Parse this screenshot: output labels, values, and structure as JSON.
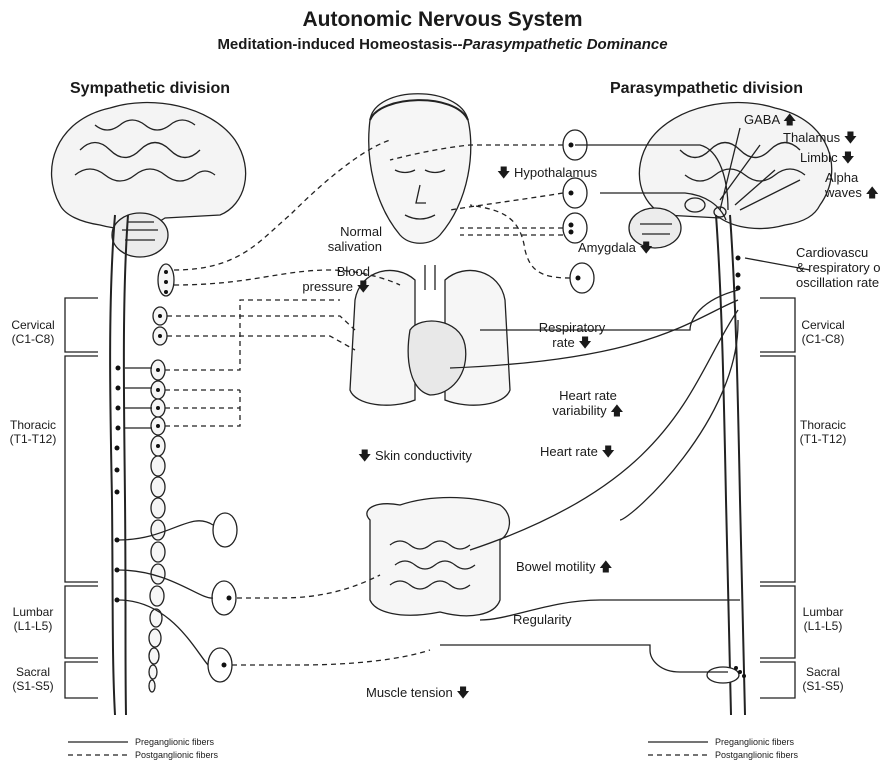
{
  "title": "Autonomic Nervous System",
  "subtitle_main": "Meditation-induced Homeostasis--",
  "subtitle_em": "Parasympathetic Dominance",
  "divisions": {
    "sympathetic": "Sympathetic division",
    "parasympathetic": "Parasympathetic division"
  },
  "segments_left": {
    "cervical": [
      "Cervical",
      "(C1-C8)"
    ],
    "thoracic": [
      "Thoracic",
      "(T1-T12)"
    ],
    "lumbar": [
      "Lumbar",
      "(L1-L5)"
    ],
    "sacral": [
      "Sacral",
      "(S1-S5)"
    ]
  },
  "segments_right": {
    "cervical": [
      "Cervical",
      "(C1-C8)"
    ],
    "thoracic": [
      "Thoracic",
      "(T1-T12)"
    ],
    "lumbar": [
      "Lumbar",
      "(L1-L5)"
    ],
    "sacral": [
      "Sacral",
      "(S1-S5)"
    ]
  },
  "brain_labels": {
    "gaba": "GABA",
    "thalamus": "Thalamus",
    "limbic": "Limbic",
    "alpha": [
      "Alpha",
      "waves"
    ],
    "hypothalamus": "Hypothalamus",
    "amygdala": "Amygdala",
    "cardio": [
      "Cardiovascu",
      "& respiratory o",
      "oscillation rate"
    ]
  },
  "effects": {
    "salivation": [
      "Normal",
      "salivation"
    ],
    "blood_pressure": [
      "Blood",
      "pressure"
    ],
    "respiratory_rate": [
      "Respiratory",
      "rate"
    ],
    "hrv": [
      "Heart rate",
      "variability"
    ],
    "heart_rate": "Heart rate",
    "skin": "Skin conductivity",
    "bowel": "Bowel motility",
    "regularity": "Regularity",
    "muscle": "Muscle tension"
  },
  "arrows": {
    "up": "🡅",
    "down": "🡇"
  },
  "legend": {
    "pre": "Preganglionic fibers",
    "post": "Postganglionic fibers"
  }
}
